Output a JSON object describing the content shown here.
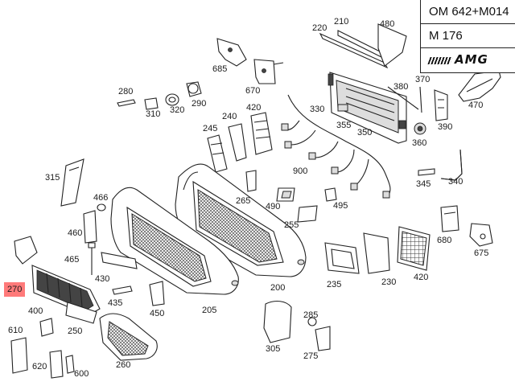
{
  "info_box": {
    "engine": "OM 642+M014",
    "model": "M 176",
    "logo_text": "AMG",
    "logo_icon": "amg-logo-icon"
  },
  "highlight_color": "#ff7a7a",
  "callouts": [
    {
      "id": "220",
      "label": "220"
    },
    {
      "id": "210",
      "label": "210"
    },
    {
      "id": "480",
      "label": "480"
    },
    {
      "id": "685",
      "label": "685"
    },
    {
      "id": "670",
      "label": "670"
    },
    {
      "id": "280",
      "label": "280"
    },
    {
      "id": "310",
      "label": "310"
    },
    {
      "id": "320",
      "label": "320"
    },
    {
      "id": "290",
      "label": "290"
    },
    {
      "id": "240",
      "label": "240"
    },
    {
      "id": "420a",
      "label": "420"
    },
    {
      "id": "245",
      "label": "245"
    },
    {
      "id": "330",
      "label": "330"
    },
    {
      "id": "355",
      "label": "355"
    },
    {
      "id": "350",
      "label": "350"
    },
    {
      "id": "380",
      "label": "380"
    },
    {
      "id": "370",
      "label": "370"
    },
    {
      "id": "470",
      "label": "470"
    },
    {
      "id": "390",
      "label": "390"
    },
    {
      "id": "360",
      "label": "360"
    },
    {
      "id": "315",
      "label": "315"
    },
    {
      "id": "900",
      "label": "900"
    },
    {
      "id": "345",
      "label": "345"
    },
    {
      "id": "340",
      "label": "340"
    },
    {
      "id": "466",
      "label": "466"
    },
    {
      "id": "265",
      "label": "265"
    },
    {
      "id": "490",
      "label": "490"
    },
    {
      "id": "495",
      "label": "495"
    },
    {
      "id": "460",
      "label": "460"
    },
    {
      "id": "255",
      "label": "255"
    },
    {
      "id": "680",
      "label": "680"
    },
    {
      "id": "675",
      "label": "675"
    },
    {
      "id": "465",
      "label": "465"
    },
    {
      "id": "430",
      "label": "430"
    },
    {
      "id": "235",
      "label": "235"
    },
    {
      "id": "230",
      "label": "230"
    },
    {
      "id": "420b",
      "label": "420"
    },
    {
      "id": "270",
      "label": "270",
      "highlighted": true
    },
    {
      "id": "200",
      "label": "200"
    },
    {
      "id": "435",
      "label": "435"
    },
    {
      "id": "400",
      "label": "400"
    },
    {
      "id": "450",
      "label": "450"
    },
    {
      "id": "205",
      "label": "205"
    },
    {
      "id": "285",
      "label": "285"
    },
    {
      "id": "610",
      "label": "610"
    },
    {
      "id": "250",
      "label": "250"
    },
    {
      "id": "305",
      "label": "305"
    },
    {
      "id": "275",
      "label": "275"
    },
    {
      "id": "620",
      "label": "620"
    },
    {
      "id": "260",
      "label": "260"
    },
    {
      "id": "600",
      "label": "600"
    }
  ]
}
